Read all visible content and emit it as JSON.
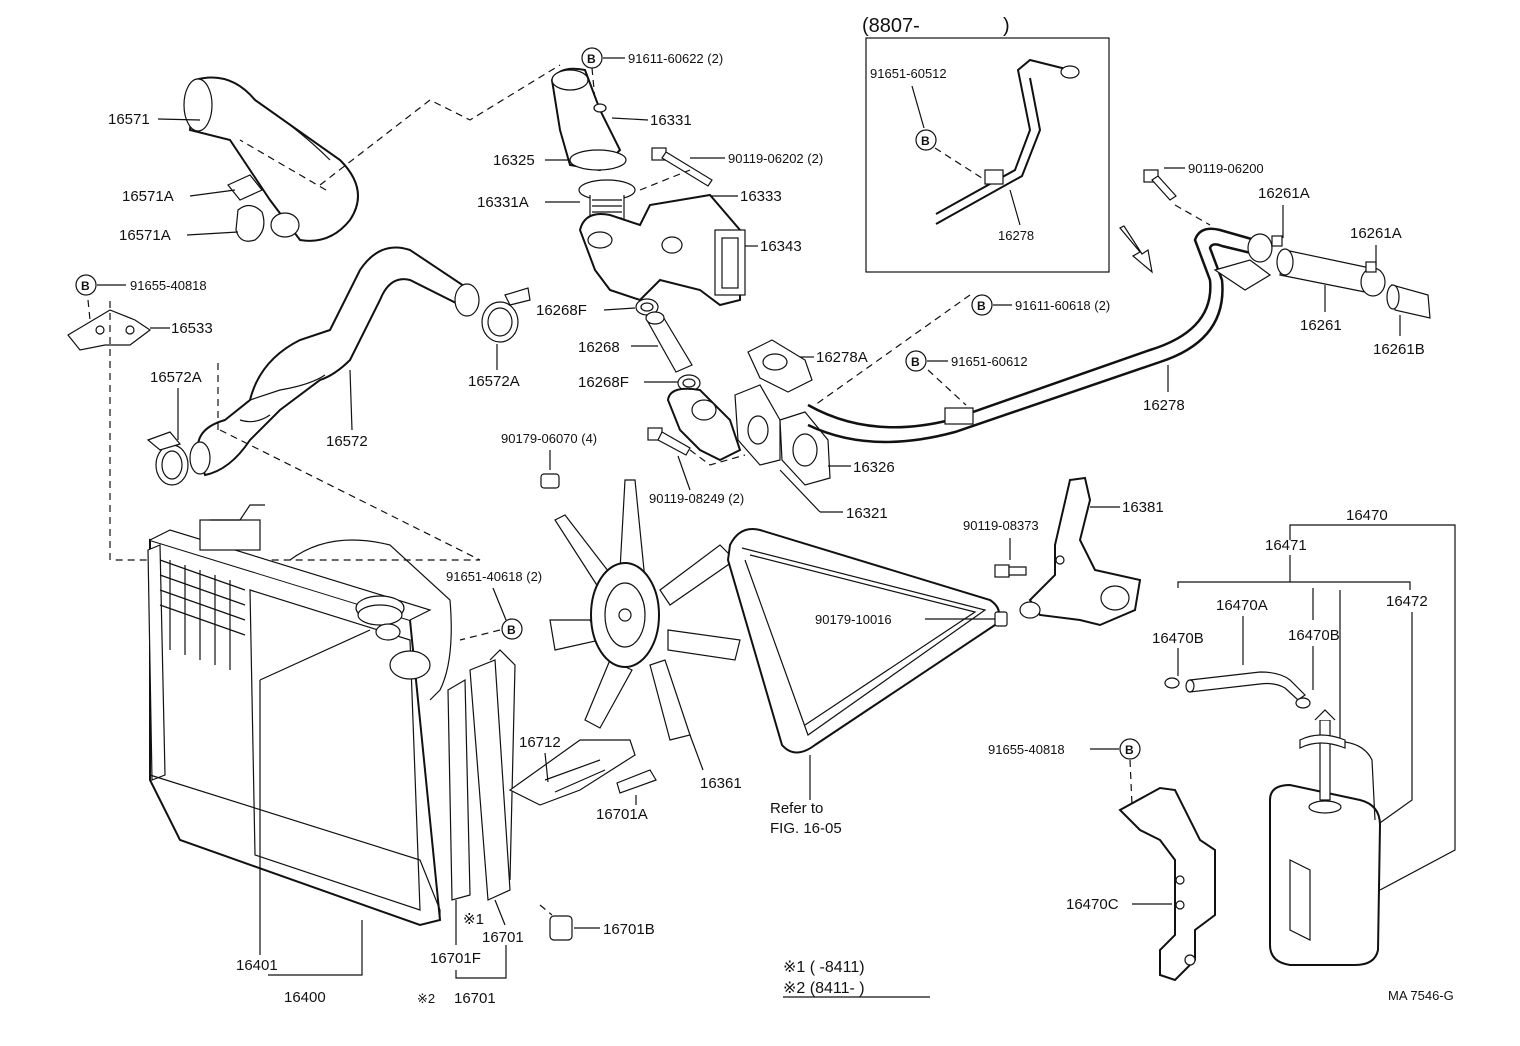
{
  "labels": {
    "p16571": "16571",
    "p16571A_1": "16571A",
    "p16571A_2": "16571A",
    "b91655_40818_top": "91655-40818",
    "p16533": "16533",
    "p16572A_left": "16572A",
    "p16572A_right": "16572A",
    "p16572": "16572",
    "b91611_60622": "91611-60622 (2)",
    "p16331": "16331",
    "p16325": "16325",
    "b90119_06202": "90119-06202 (2)",
    "p16331A": "16331A",
    "p16333": "16333",
    "p16343": "16343",
    "p16268F_1": "16268F",
    "p16268": "16268",
    "p16268F_2": "16268F",
    "p16278A": "16278A",
    "b90179_06070": "90179-06070 (4)",
    "b90119_08249": "90119-08249 (2)",
    "p16326": "16326",
    "p16321": "16321",
    "inset_title": "(8807-",
    "inset_close": ")",
    "inset_b91651_60512": "91651-60512",
    "inset_16278": "16278",
    "b90119_06200": "90119-06200",
    "p16261A_1": "16261A",
    "p16261A_2": "16261A",
    "p16261": "16261",
    "p16261B": "16261B",
    "b91611_60618": "91611-60618 (2)",
    "b91651_60612": "91651-60612",
    "p16278": "16278",
    "p16381": "16381",
    "b90119_08373": "90119-08373",
    "b90179_10016": "90179-10016",
    "b91651_40618": "91651-40618 (2)",
    "p16470": "16470",
    "p16471": "16471",
    "p16470A": "16470A",
    "p16472": "16472",
    "p16470B_1": "16470B",
    "p16470B_2": "16470B",
    "b91655_40818_bottom": "91655-40818",
    "p16470C": "16470C",
    "p16712": "16712",
    "p16701A": "16701A",
    "p16361": "16361",
    "refer_line1": "Refer to",
    "refer_line2": "FIG. 16-05",
    "p16401": "16401",
    "p16400": "16400",
    "p16701F": "16701F",
    "note1_mark": "※1",
    "p16701_a": "16701",
    "note2_mark": "※2",
    "p16701_b": "16701",
    "p16701B": "16701B",
    "foot_note1": "※1 (       -8411)",
    "foot_note2": "※2 (8411-        )",
    "code": "MA 7546-G",
    "circle_b": "B"
  }
}
